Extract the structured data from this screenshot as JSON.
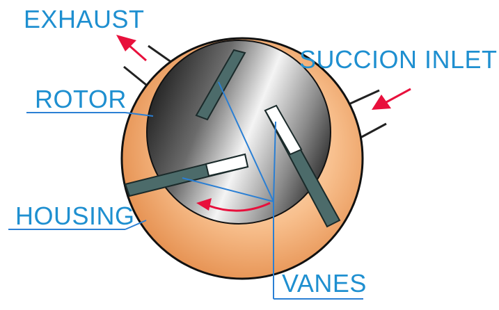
{
  "labels": {
    "exhaust": "EXHAUST",
    "suction_inlet": "SUCCION INLET",
    "rotor": "ROTOR",
    "housing": "HOUSING",
    "vanes": "VANES"
  },
  "colors": {
    "label_blue": "#1e8fd0",
    "leader_line": "#2a7fd4",
    "arrow_red": "#e8103c",
    "housing_light": "#fde4cc",
    "housing_mid": "#f6b07a",
    "housing_dark": "#e28a4a",
    "vane_slate": "#4c6b6a",
    "rotor_dark": "#2b2b2b",
    "rotor_light": "#f2f2f2"
  },
  "icons": {
    "flow_arrow": "red-flow-arrow-icon",
    "rotation_arrow": "curved-rotation-arrow-icon"
  }
}
